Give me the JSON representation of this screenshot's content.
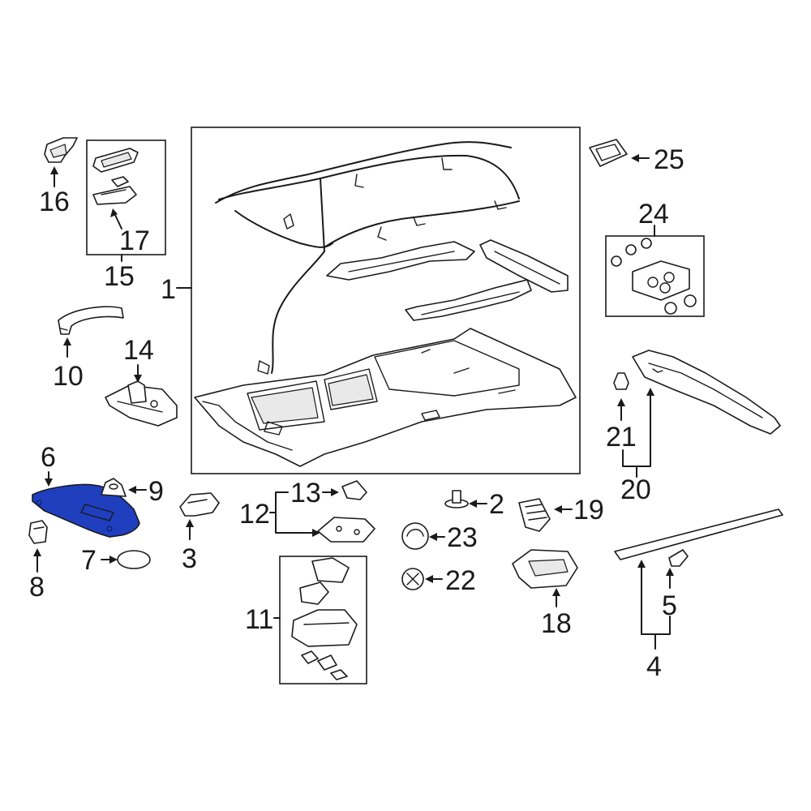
{
  "colors": {
    "highlight_fill": "#1f3fbf",
    "line": "#1a1a1a",
    "background": "#ffffff"
  },
  "highlighted_part": "6",
  "callouts": {
    "c1": "1",
    "c2": "2",
    "c3": "3",
    "c4": "4",
    "c5": "5",
    "c6": "6",
    "c7": "7",
    "c8": "8",
    "c9": "9",
    "c10": "10",
    "c11": "11",
    "c12": "12",
    "c13": "13",
    "c14": "14",
    "c15": "15",
    "c16": "16",
    "c17": "17",
    "c18": "18",
    "c19": "19",
    "c20": "20",
    "c21": "21",
    "c22": "22",
    "c23": "23",
    "c24": "24",
    "c25": "25"
  }
}
